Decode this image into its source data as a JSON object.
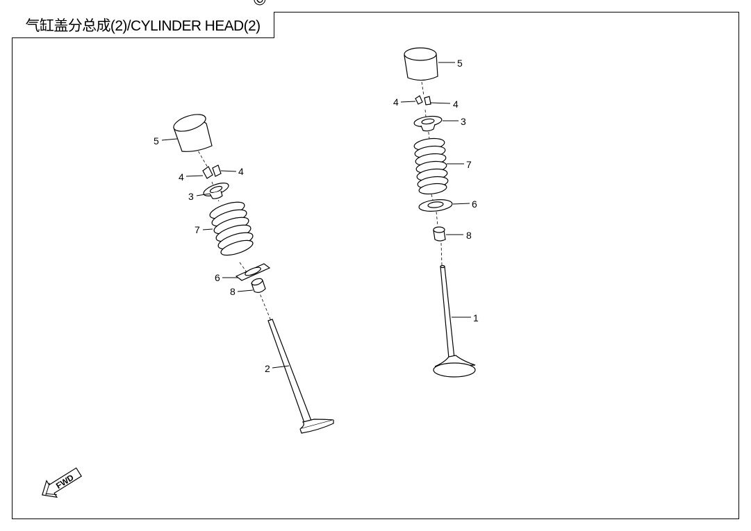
{
  "title": "气缸盖分总成(2)/CYLINDER HEAD(2)",
  "watermark": "© Partz",
  "fwd_label": "FWD",
  "callouts": {
    "left": {
      "tappet": "5",
      "cotter_left": "4",
      "cotter_right": "4",
      "retainer": "3",
      "spring": "7",
      "seat": "6",
      "seal": "8",
      "valve": "2"
    },
    "right": {
      "tappet": "5",
      "cotter_left": "4",
      "cotter_right": "4",
      "retainer": "3",
      "spring": "7",
      "seat": "6",
      "seal": "8",
      "valve": "1"
    }
  },
  "colors": {
    "line": "#000000",
    "background": "#ffffff"
  }
}
